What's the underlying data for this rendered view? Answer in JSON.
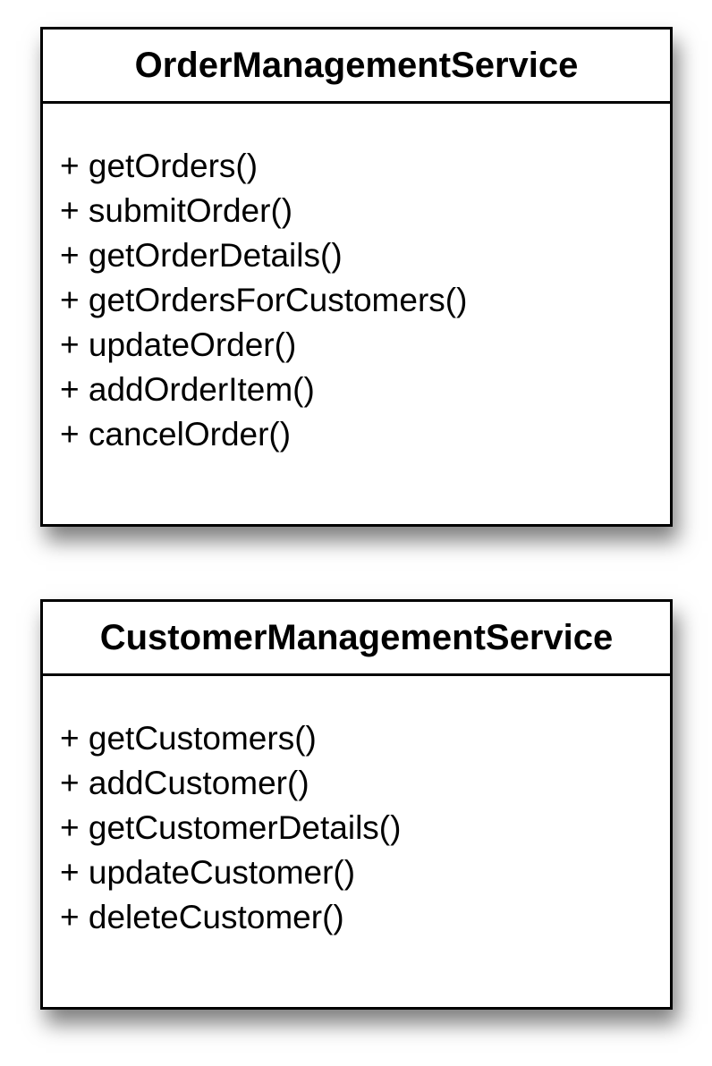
{
  "diagram": {
    "type": "uml-class-diagram",
    "colors": {
      "background": "#ffffff",
      "box_fill": "#ffffff",
      "border": "#000000",
      "text": "#000000",
      "shadow": "rgba(0,0,0,0.5)"
    },
    "classes": [
      {
        "name": "OrderManagementService",
        "methods": [
          "+ getOrders()",
          "+ submitOrder()",
          "+ getOrderDetails()",
          "+ getOrdersForCustomers()",
          "+ updateOrder()",
          "+ addOrderItem()",
          "+ cancelOrder()"
        ]
      },
      {
        "name": "CustomerManagementService",
        "methods": [
          "+ getCustomers()",
          "+ addCustomer()",
          "+ getCustomerDetails()",
          "+ updateCustomer()",
          "+ deleteCustomer()"
        ]
      }
    ]
  }
}
